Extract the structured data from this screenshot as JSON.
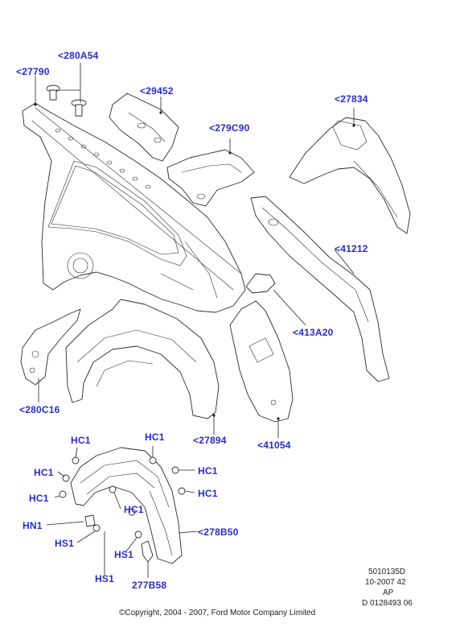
{
  "callouts": {
    "c280A54": "<280A54",
    "c27790": "<27790",
    "c29452": "<29452",
    "c279C90": "<279C90",
    "c27834": "<27834",
    "c41212": "<41212",
    "c413A20": "<413A20",
    "c280C16": "<280C16",
    "c27894": "<27894",
    "c41054": "<41054",
    "hc1_a": "HC1",
    "hc1_b": "HC1",
    "hc1_c": "HC1",
    "hc1_d": "HC1",
    "hc1_e": "HC1",
    "hc1_f": "HC1",
    "hc1_g": "HC1",
    "hn1": "HN1",
    "hs1_a": "HS1",
    "hs1_b": "HS1",
    "hs1_c": "HS1",
    "c278B50": "<278B50",
    "c277B58": "277B58"
  },
  "reference": {
    "line1": "5010135D",
    "line2": "10-2007 42",
    "line3": "AP",
    "line4": "D 0128493 06"
  },
  "copyright": "©Copyright, 2004 - 2007, Ford Motor Company Limited",
  "colors": {
    "callout": "#2a2acc",
    "line": "#2b2b2b"
  }
}
